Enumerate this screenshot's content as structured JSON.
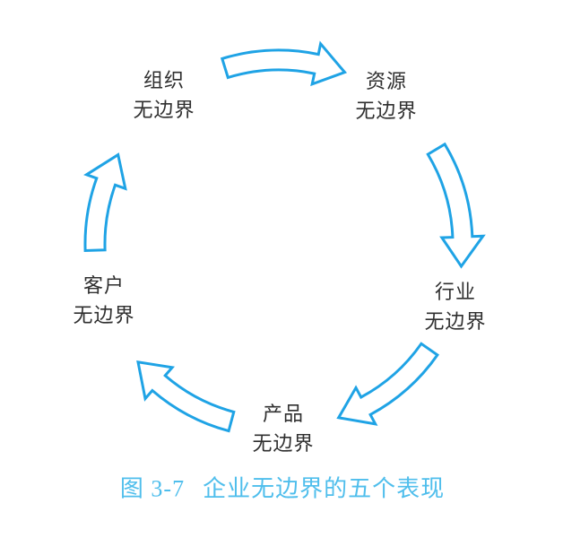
{
  "diagram": {
    "nodes": [
      {
        "id": "organization",
        "line1": "组织",
        "line2": "无边界"
      },
      {
        "id": "resources",
        "line1": "资源",
        "line2": "无边界"
      },
      {
        "id": "industry",
        "line1": "行业",
        "line2": "无边界"
      },
      {
        "id": "product",
        "line1": "产品",
        "line2": "无边界"
      },
      {
        "id": "customer",
        "line1": "客户",
        "line2": "无边界"
      }
    ],
    "edges": [
      {
        "from": "organization",
        "to": "resources"
      },
      {
        "from": "resources",
        "to": "industry"
      },
      {
        "from": "industry",
        "to": "product"
      },
      {
        "from": "product",
        "to": "customer"
      },
      {
        "from": "customer",
        "to": "organization"
      }
    ],
    "caption": {
      "figure_label": "图 3-7",
      "text": "企业无边界的五个表现"
    },
    "colors": {
      "arrow_stroke": "#1FA3E5",
      "arrow_fill": "#ffffff",
      "caption_text": "#4FBEEC",
      "node_text": "#2f2f2f",
      "background": "#ffffff"
    }
  }
}
